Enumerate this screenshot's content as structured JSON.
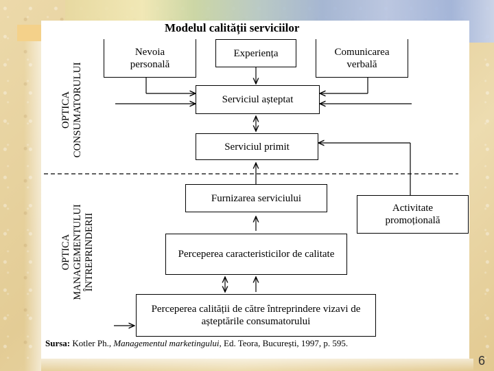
{
  "slide": {
    "title": "Modelul calității serviciilor",
    "page_number": "6"
  },
  "diagram": {
    "boxes": {
      "personal_need": "Nevoia personală",
      "experience": "Experiența",
      "verbal_communication": "Comunicarea verbală",
      "expected_service": "Serviciul așteptat",
      "received_service": "Serviciul primit",
      "service_delivery": "Furnizarea serviciului",
      "promotional_activity": "Activitate promoțională",
      "quality_characteristics_perception": "Perceperea caracteristicilor de calitate",
      "enterprise_quality_perception": "Perceperea calității de către întreprindere vizavi de așteptările consumatorului"
    },
    "side_labels": {
      "consumer_view": "OPTICA\nCONSUMATORULUI",
      "management_view": "OPTICA\nMANAGEMENTULUI\nÎNTREPRINDERII"
    }
  },
  "source": {
    "label": "Sursa:",
    "author": "Kotler Ph.,",
    "work": "Managementul marketingului",
    "details": ", Ed. Teora, București, 1997, p. 595."
  }
}
